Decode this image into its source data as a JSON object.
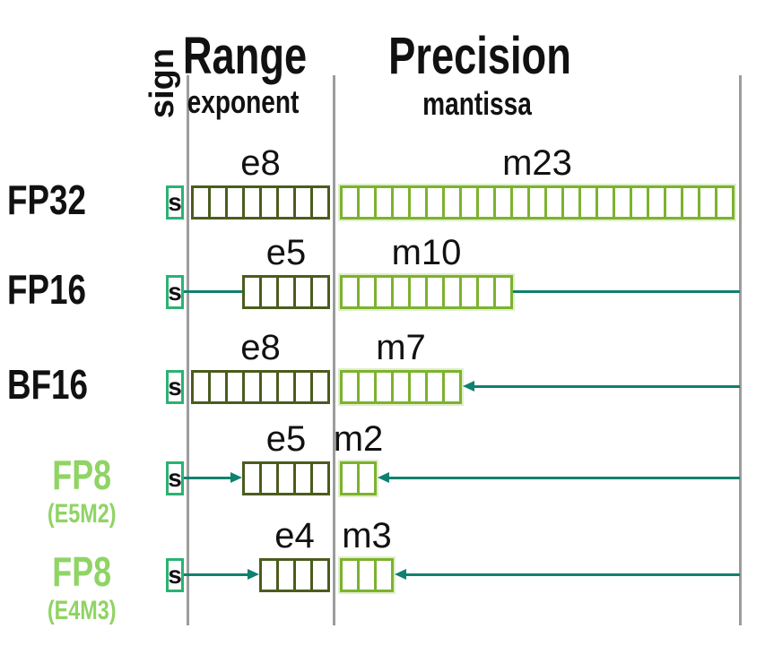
{
  "header": {
    "sign": "sign",
    "range": "Range",
    "exponent": "exponent",
    "precision": "Precision",
    "mantissa": "mantissa"
  },
  "colors": {
    "sign_box_border": "#2bb273",
    "exponent_box_border": "#4b5c1e",
    "mantissa_box_border": "#7cb22e",
    "connector_teal": "#0e8170",
    "divider_gray": "#9c9c9c",
    "fp8_label_green": "#8fd464",
    "label_black": "#111111"
  },
  "rows": [
    {
      "name": "FP32",
      "subname": "",
      "name_color": "#111111",
      "sign_label": "s",
      "exponent_label": "e8",
      "exponent_bits": 8,
      "mantissa_label": "m23",
      "mantissa_bits": 23,
      "left_connector": "none",
      "right_connector": "none"
    },
    {
      "name": "FP16",
      "subname": "",
      "name_color": "#111111",
      "sign_label": "s",
      "exponent_label": "e5",
      "exponent_bits": 5,
      "mantissa_label": "m10",
      "mantissa_bits": 10,
      "left_connector": "line",
      "right_connector": "line"
    },
    {
      "name": "BF16",
      "subname": "",
      "name_color": "#111111",
      "sign_label": "s",
      "exponent_label": "e8",
      "exponent_bits": 8,
      "mantissa_label": "m7",
      "mantissa_bits": 7,
      "left_connector": "none",
      "right_connector": "arrow"
    },
    {
      "name": "FP8",
      "subname": "(E5M2)",
      "name_color": "#8fd464",
      "sign_label": "s",
      "exponent_label": "e5",
      "exponent_bits": 5,
      "mantissa_label": "m2",
      "mantissa_bits": 2,
      "left_connector": "arrow",
      "right_connector": "arrow"
    },
    {
      "name": "FP8",
      "subname": "(E4M3)",
      "name_color": "#8fd464",
      "sign_label": "s",
      "exponent_label": "e4",
      "exponent_bits": 4,
      "mantissa_label": "m3",
      "mantissa_bits": 3,
      "left_connector": "arrow",
      "right_connector": "arrow"
    }
  ]
}
